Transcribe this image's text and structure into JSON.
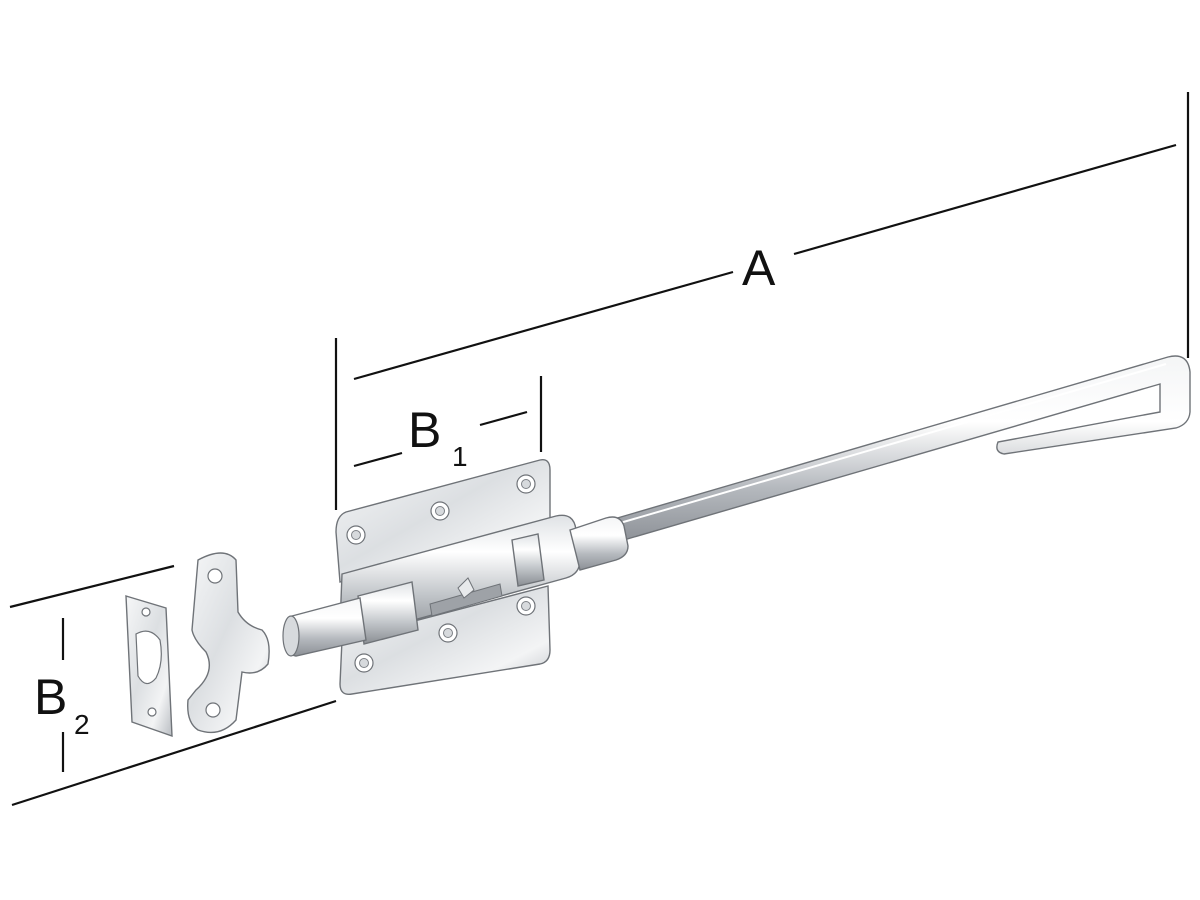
{
  "dimensions": {
    "a": {
      "label": "A"
    },
    "b1": {
      "label": "B",
      "subscript": "1"
    },
    "b2": {
      "label": "B",
      "subscript": "2"
    }
  },
  "colors": {
    "metal_light": "#f1f2f3",
    "metal_mid": "#c9ccd0",
    "metal_dark": "#8e9297",
    "line": "#111111"
  },
  "parts": [
    "bolt-plate",
    "bolt-rod",
    "hook-handle",
    "staple-keeper",
    "striker-plate"
  ]
}
